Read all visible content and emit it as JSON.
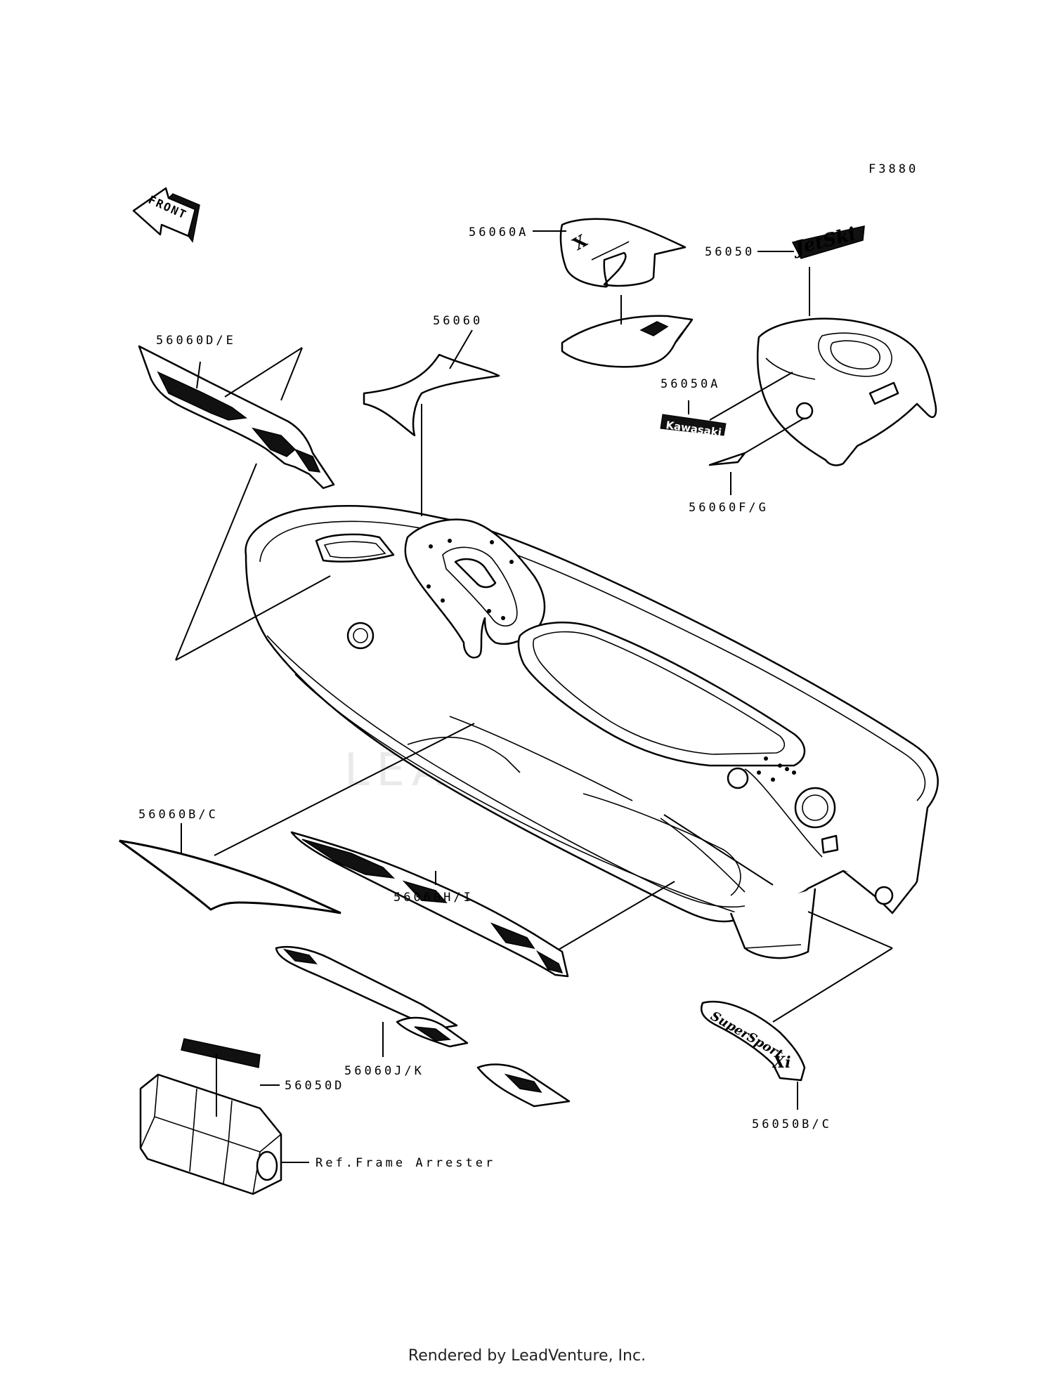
{
  "figure_code": "F3880",
  "front_label": "FRONT",
  "watermark": "LEADVENTURE",
  "footer": "Rendered by LeadVenture, Inc.",
  "decal_texts": {
    "jetski": "JetSki",
    "kawasaki": "Kawasaki",
    "x": "X",
    "supersport": "SuperSport",
    "xi": "Xi"
  },
  "labels": {
    "p56060A": "56060A",
    "p56050": "56050",
    "p56060": "56060",
    "p56060DE": "56060D/E",
    "p56050A": "56050A",
    "p56060FG": "56060F/G",
    "p56060BC": "56060B/C",
    "p56060HI": "56060H/I",
    "p56060JK": "56060J/K",
    "p56050D": "56050D",
    "p56050BC": "56050B/C",
    "ref_frame": "Ref.Frame Arrester"
  }
}
